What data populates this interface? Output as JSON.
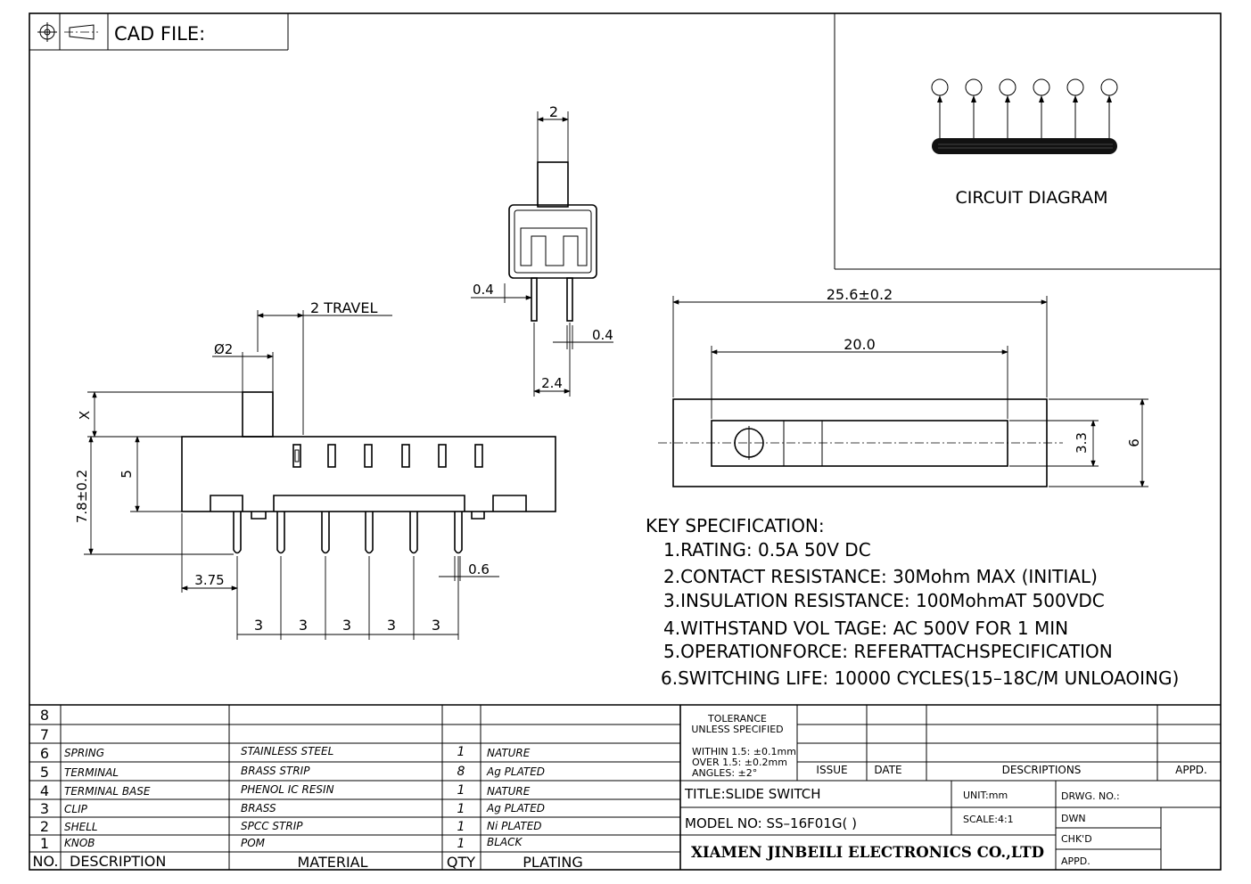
{
  "header": {
    "cad_label": "CAD FILE:"
  },
  "circuit": {
    "label": "CIRCUIT DIAGRAM"
  },
  "dims": {
    "top_width": "2",
    "pin_thickness": "0.4",
    "pin_gap_thickness": "0.4",
    "pin_offset": "2.4",
    "travel": "2 TRAVEL",
    "knob_diameter": "Ø2",
    "height_x": "X",
    "body_height": "5",
    "total_height": "7.8±0.2",
    "first_pin": "3.75",
    "pin_width": "0.6",
    "pitch": [
      "3",
      "3",
      "3",
      "3",
      "3"
    ],
    "overall_length": "25.6±0.2",
    "slot_length": "20.0",
    "slot_width": "3.3",
    "body_width": "6"
  },
  "spec": {
    "title": "KEY SPECIFICATION:",
    "items": [
      "1.RATING: 0.5A  50V  DC",
      "2.CONTACT  RESISTANCE: 30Mohm  MAX  (INITIAL)",
      "3.INSULATION  RESISTANCE: 100MohmAT  500VDC",
      "4.WITHSTAND  VOL TAGE: AC  500V  FOR  1  MIN",
      "5.OPERATIONFORCE: REFERATTACHSPECIFICATION",
      "6.SWITCHING  LIFE: 10000  CYCLES(15–18C/M  UNLOAOING)"
    ]
  },
  "bom": {
    "rows": [
      {
        "no": "8",
        "desc": "",
        "material": "",
        "qty": "",
        "plating": ""
      },
      {
        "no": "7",
        "desc": "",
        "material": "",
        "qty": "",
        "plating": ""
      },
      {
        "no": "6",
        "desc": "SPRING",
        "material": "STAINLESS  STEEL",
        "qty": "1",
        "plating": "NATURE"
      },
      {
        "no": "5",
        "desc": "TERMINAL",
        "material": "BRASS  STRIP",
        "qty": "8",
        "plating": "Ag  PLATED"
      },
      {
        "no": "4",
        "desc": "TERMINAL  BASE",
        "material": "PHENOL  IC  RESIN",
        "qty": "1",
        "plating": "NATURE"
      },
      {
        "no": "3",
        "desc": "CLIP",
        "material": "BRASS",
        "qty": "1",
        "plating": "Ag  PLATED"
      },
      {
        "no": "2",
        "desc": "SHELL",
        "material": "SPCC  STRIP",
        "qty": "1",
        "plating": "Ni  PLATED"
      },
      {
        "no": "1",
        "desc": "KNOB",
        "material": "POM",
        "qty": "1",
        "plating": "BLACK"
      }
    ],
    "headers": {
      "no": "NO.",
      "desc": "DESCRIPTION",
      "material": "MATERIAL",
      "qty": "QTY",
      "plating": "PLATING"
    }
  },
  "titleblock": {
    "tolerance_1": "TOLERANCE",
    "tolerance_2": "UNLESS  SPECIFIED",
    "within": "WITHIN  1.5: ±0.1mm",
    "over": "OVER  1.5:  ±0.2mm",
    "angles": "ANGLES: ±2°",
    "issue": "ISSUE",
    "date": "DATE",
    "descriptions": "DESCRIPTIONS",
    "appd_col": "APPD.",
    "title": "TITLE:SLIDE  SWITCH",
    "unit": "UNIT:mm",
    "drwg": "DRWG.  NO.:",
    "model": "MODEL  NO: SS–16F01G( )",
    "scale": "SCALE:4:1",
    "dwn": "DWN",
    "chkd": "CHK'D",
    "appd": "APPD.",
    "company": "XIAMEN JINBEILI ELECTRONICS CO.,LTD"
  }
}
